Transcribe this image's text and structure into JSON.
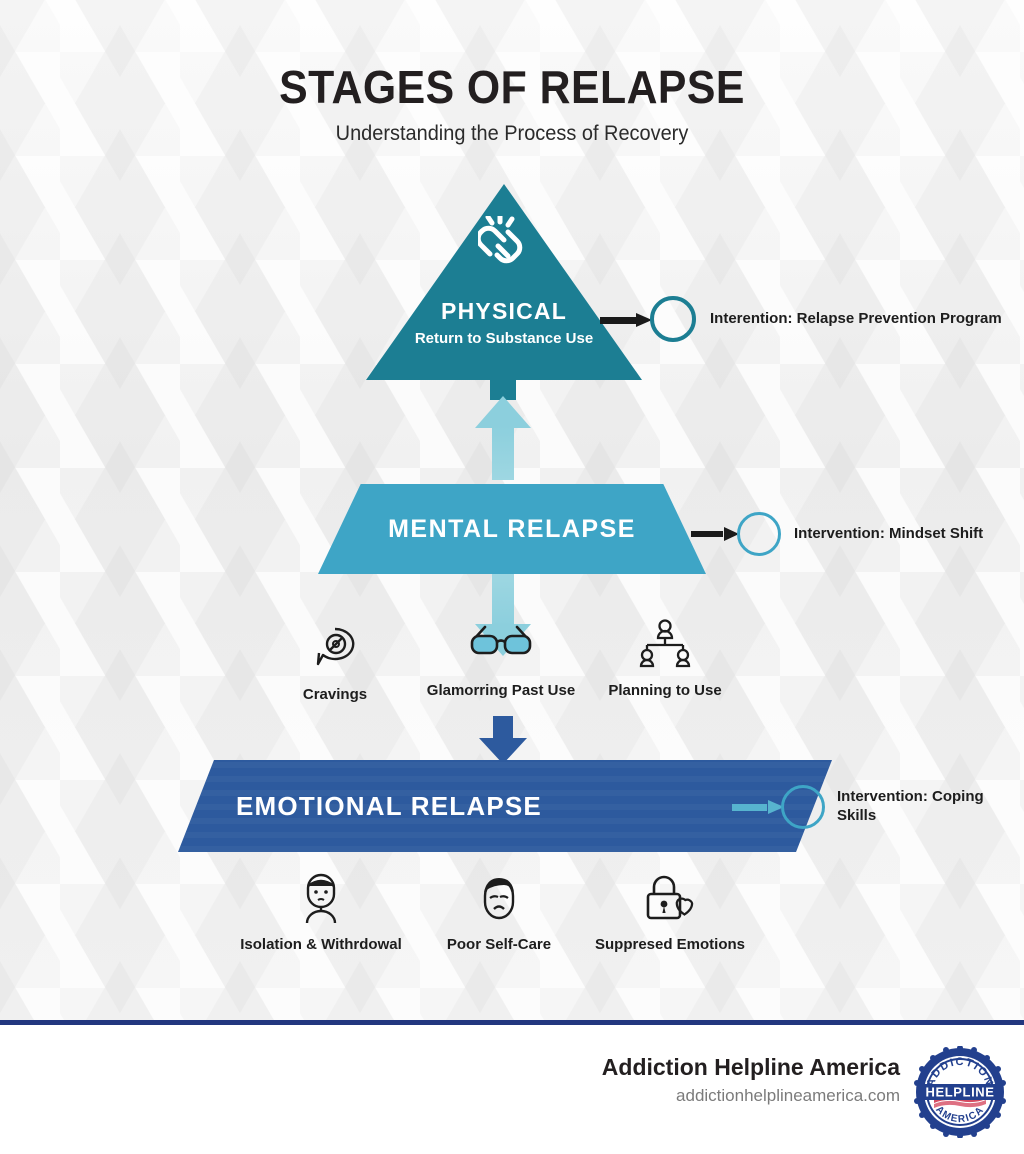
{
  "header": {
    "title": "STAGES OF RELAPSE",
    "subtitle": "Understanding the Process of Recovery"
  },
  "colors": {
    "physical": "#1c7e93",
    "mental": "#3ea5c6",
    "emotional": "#2d5a9e",
    "arrow_light": "#8ccfdd",
    "divider": "#22377f",
    "background": "#f4f4f4"
  },
  "stages": {
    "physical": {
      "label": "PHYSICAL",
      "sublabel": "Return to Substance Use",
      "icon": "broken-chain-icon",
      "intervention": "Interention: Relapse Prevention Program"
    },
    "mental": {
      "label": "MENTAL RELAPSE",
      "intervention": "Intervention: Mindset Shift",
      "signs": [
        {
          "label": "Cravings",
          "icon": "speech-bubble-no-entry-icon"
        },
        {
          "label": "Glamorring Past Use",
          "icon": "sunglasses-icon"
        },
        {
          "label": "Planning to Use",
          "icon": "org-chart-people-icon"
        }
      ]
    },
    "emotional": {
      "label": "EMOTIONAL RELAPSE",
      "intervention": "Intervention: Coping Skills",
      "signs": [
        {
          "label": "Isolation & Withrdowal",
          "icon": "lonely-person-icon"
        },
        {
          "label": "Poor Self-Care",
          "icon": "sad-face-icon"
        },
        {
          "label": "Suppresed Emotions",
          "icon": "lock-heart-icon"
        }
      ]
    }
  },
  "footer": {
    "brand": "Addiction Helpline America",
    "url": "addictionhelplineamerica.com",
    "logo_top_text": "ADDICTION",
    "logo_center_text": "HELPLINE",
    "logo_bottom_text": "AMERICA"
  }
}
